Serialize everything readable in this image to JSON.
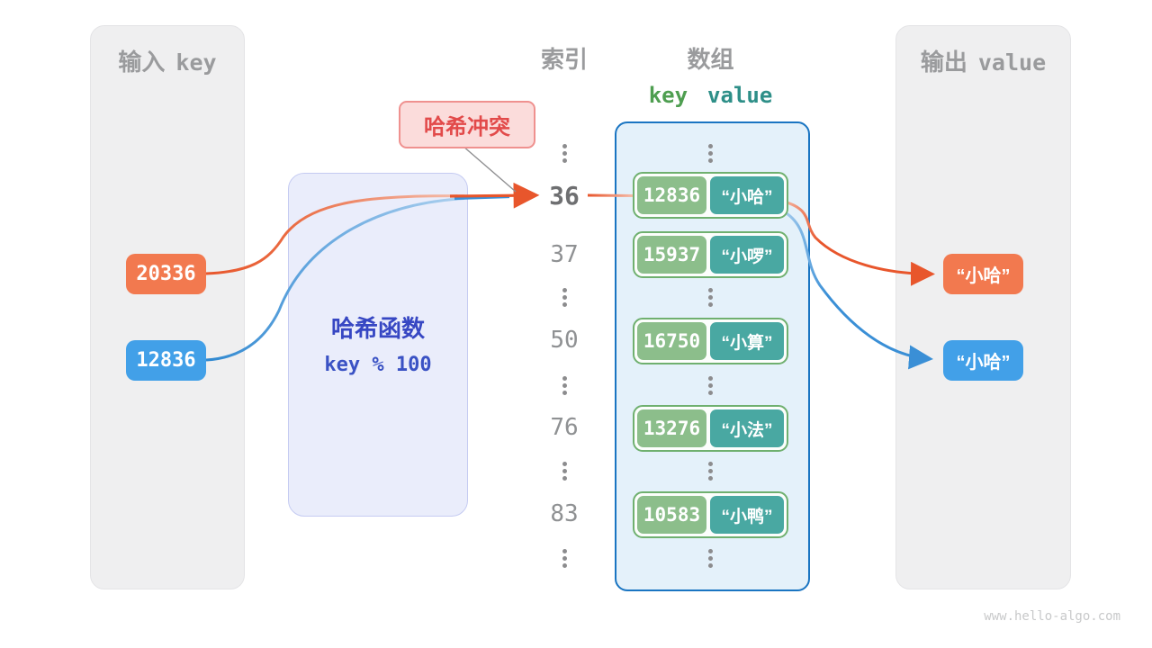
{
  "diagram": {
    "watermark": "www.hello-algo.com",
    "collision_label": "哈希冲突"
  },
  "colors": {
    "input_key_orange": "#f2794f",
    "input_key_blue": "#42a0e8",
    "array_key_green": "#8cbe8b",
    "array_value_teal": "#49a8a2",
    "array_border_blue": "#1a75c2",
    "hash_text_blue": "#3747c3",
    "collision_red": "#e24a4a",
    "arrow_orange": "#e8562c",
    "arrow_blue": "#3a8fd6"
  },
  "input_panel": {
    "title_cn": "输入",
    "title_code": "key",
    "keys": [
      "20336",
      "12836"
    ]
  },
  "hash_box": {
    "title": "哈希函数",
    "formula": "key % 100"
  },
  "index_column": {
    "title": "索引",
    "values": [
      "36",
      "37",
      "50",
      "76",
      "83"
    ]
  },
  "array": {
    "title": "数组",
    "key_header": "key",
    "value_header": "value",
    "entries": [
      {
        "key": "12836",
        "value": "“小哈”"
      },
      {
        "key": "15937",
        "value": "“小啰”"
      },
      {
        "key": "16750",
        "value": "“小算”"
      },
      {
        "key": "13276",
        "value": "“小法”"
      },
      {
        "key": "10583",
        "value": "“小鸭”"
      }
    ]
  },
  "output_panel": {
    "title_cn": "输出",
    "title_code": "value",
    "values": [
      "“小哈”",
      "“小哈”"
    ]
  }
}
